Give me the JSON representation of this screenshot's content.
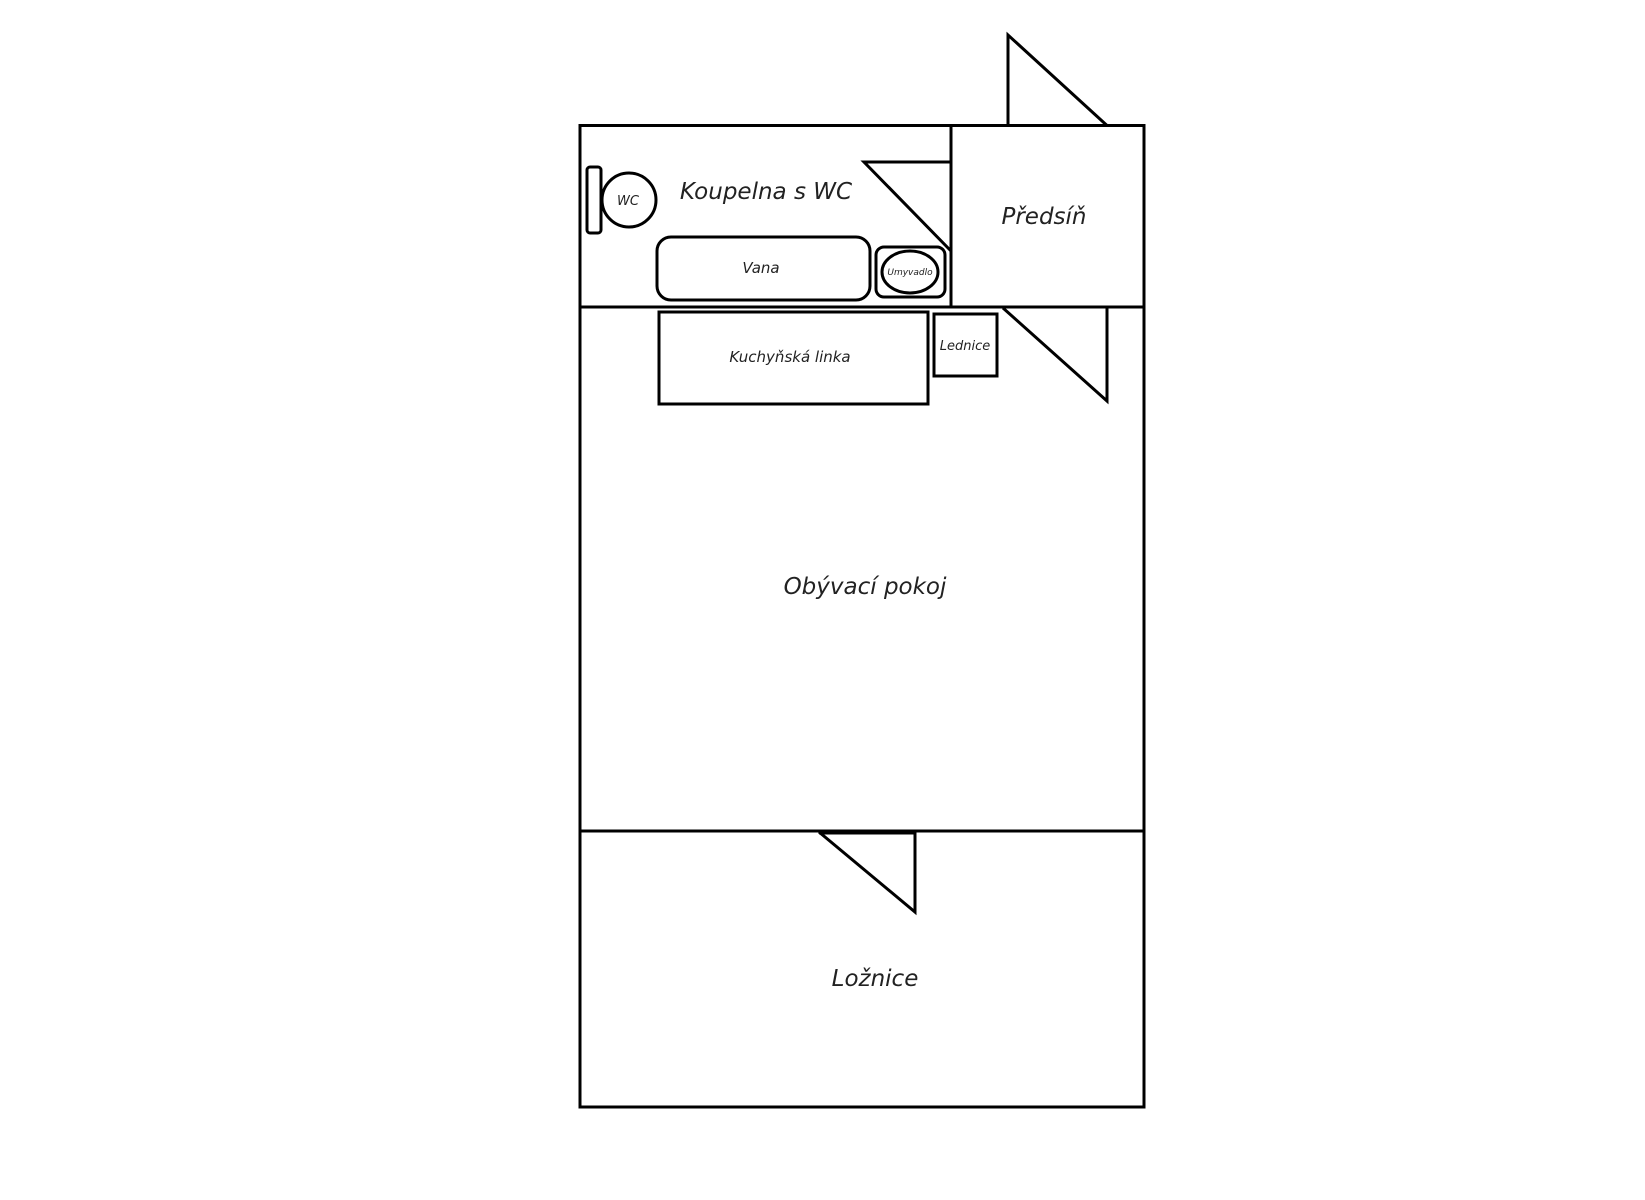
{
  "plan": {
    "stroke_color": "#000000",
    "background": "#ffffff",
    "rooms": {
      "bathroom": "Koupelna s WC",
      "hallway": "Předsíň",
      "living_room": "Obývací pokoj",
      "bedroom": "Ložnice"
    },
    "fixtures": {
      "toilet": "WC",
      "bathtub": "Vana",
      "sink": "Umyvadlo",
      "kitchen_unit": "Kuchyňská linka",
      "fridge": "Lednice"
    },
    "doors": [
      "entrance-door",
      "bathroom-door",
      "living-room-door",
      "bedroom-door"
    ]
  }
}
